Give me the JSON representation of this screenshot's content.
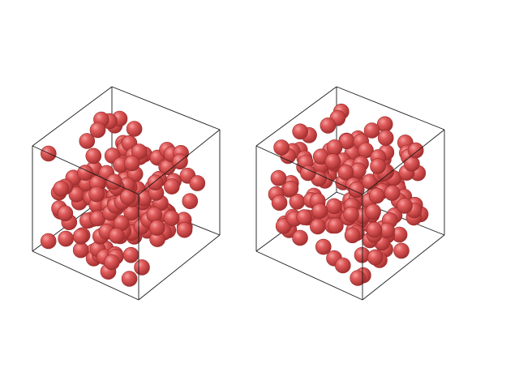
{
  "colors": {
    "background": "#ffffff",
    "sphere_fill": "#e05a5a",
    "sphere_highlight": "#f4a0a0",
    "sphere_shadow": "#9c2a2a",
    "box_edge": "#1a1a1a"
  },
  "scenes": [
    {
      "id": "left-box",
      "sphere_count": 150,
      "seed": 11
    },
    {
      "id": "right-box",
      "sphere_count": 150,
      "seed": 29
    }
  ]
}
